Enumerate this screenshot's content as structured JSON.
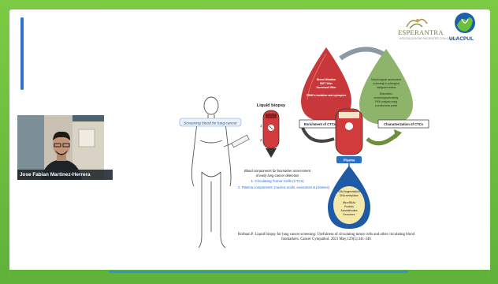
{
  "logos": {
    "esperantra": {
      "name": "ESPERANTRA",
      "tagline": "ASOCIACIÓN DE PACIENTES CON CÁNCER"
    },
    "ulacpul": {
      "name": "ULACPUL"
    }
  },
  "participant": {
    "name": "Jose Fabian Martinez-Herrera"
  },
  "figure": {
    "screening_label": "Screening blood for lung cancer",
    "liquid_biopsy_title": "Liquid biopsy",
    "tube_numbers": [
      "1",
      "2"
    ],
    "blood_components_line1": "Blood components for biomarker assessment",
    "blood_components_line2": "of early lung cancer detection",
    "component_1": "1. Circulating Tumor Cells (CTCs)",
    "component_2": "2. Plasma components: (nucleic acids, exosomes & proteins)",
    "red_drop_lines": [
      "Blood filtration",
      "ISET filter",
      "Screencell filter",
      "",
      "PBMCs isolation and cytospins"
    ],
    "green_drop_lines": [
      "Morphological assessment",
      "according to cytological",
      "malignant criteria",
      "",
      "Biomarkers",
      "immunocytochemistry",
      "FISH analysis using",
      "a centromeric probe"
    ],
    "enrichment_label": "Enrichment of CTCs",
    "characterization_label": "Characterization of CTCs",
    "plasma_label": "Plasma",
    "blue_drop_lines": [
      "DNA fragmentation",
      "DNA methylation",
      "",
      "MicroRNAs",
      "Proteins",
      "Autoantibodies",
      "Exosomes"
    ]
  },
  "caption": {
    "text": "Hofman P. Liquid biopsy for lung cancer screening: Usefulness of circulating tumor cells and other circulating blood biomarkers. Cancer Cytopathol. 2021 May;129(5):341-346"
  },
  "colors": {
    "frame_green": "#6cbf3a",
    "slide_accent_blue": "#2a73c9",
    "red_drop": "#c8373a",
    "green_drop": "#8db46a",
    "blue_drop": "#1f5aa6"
  }
}
